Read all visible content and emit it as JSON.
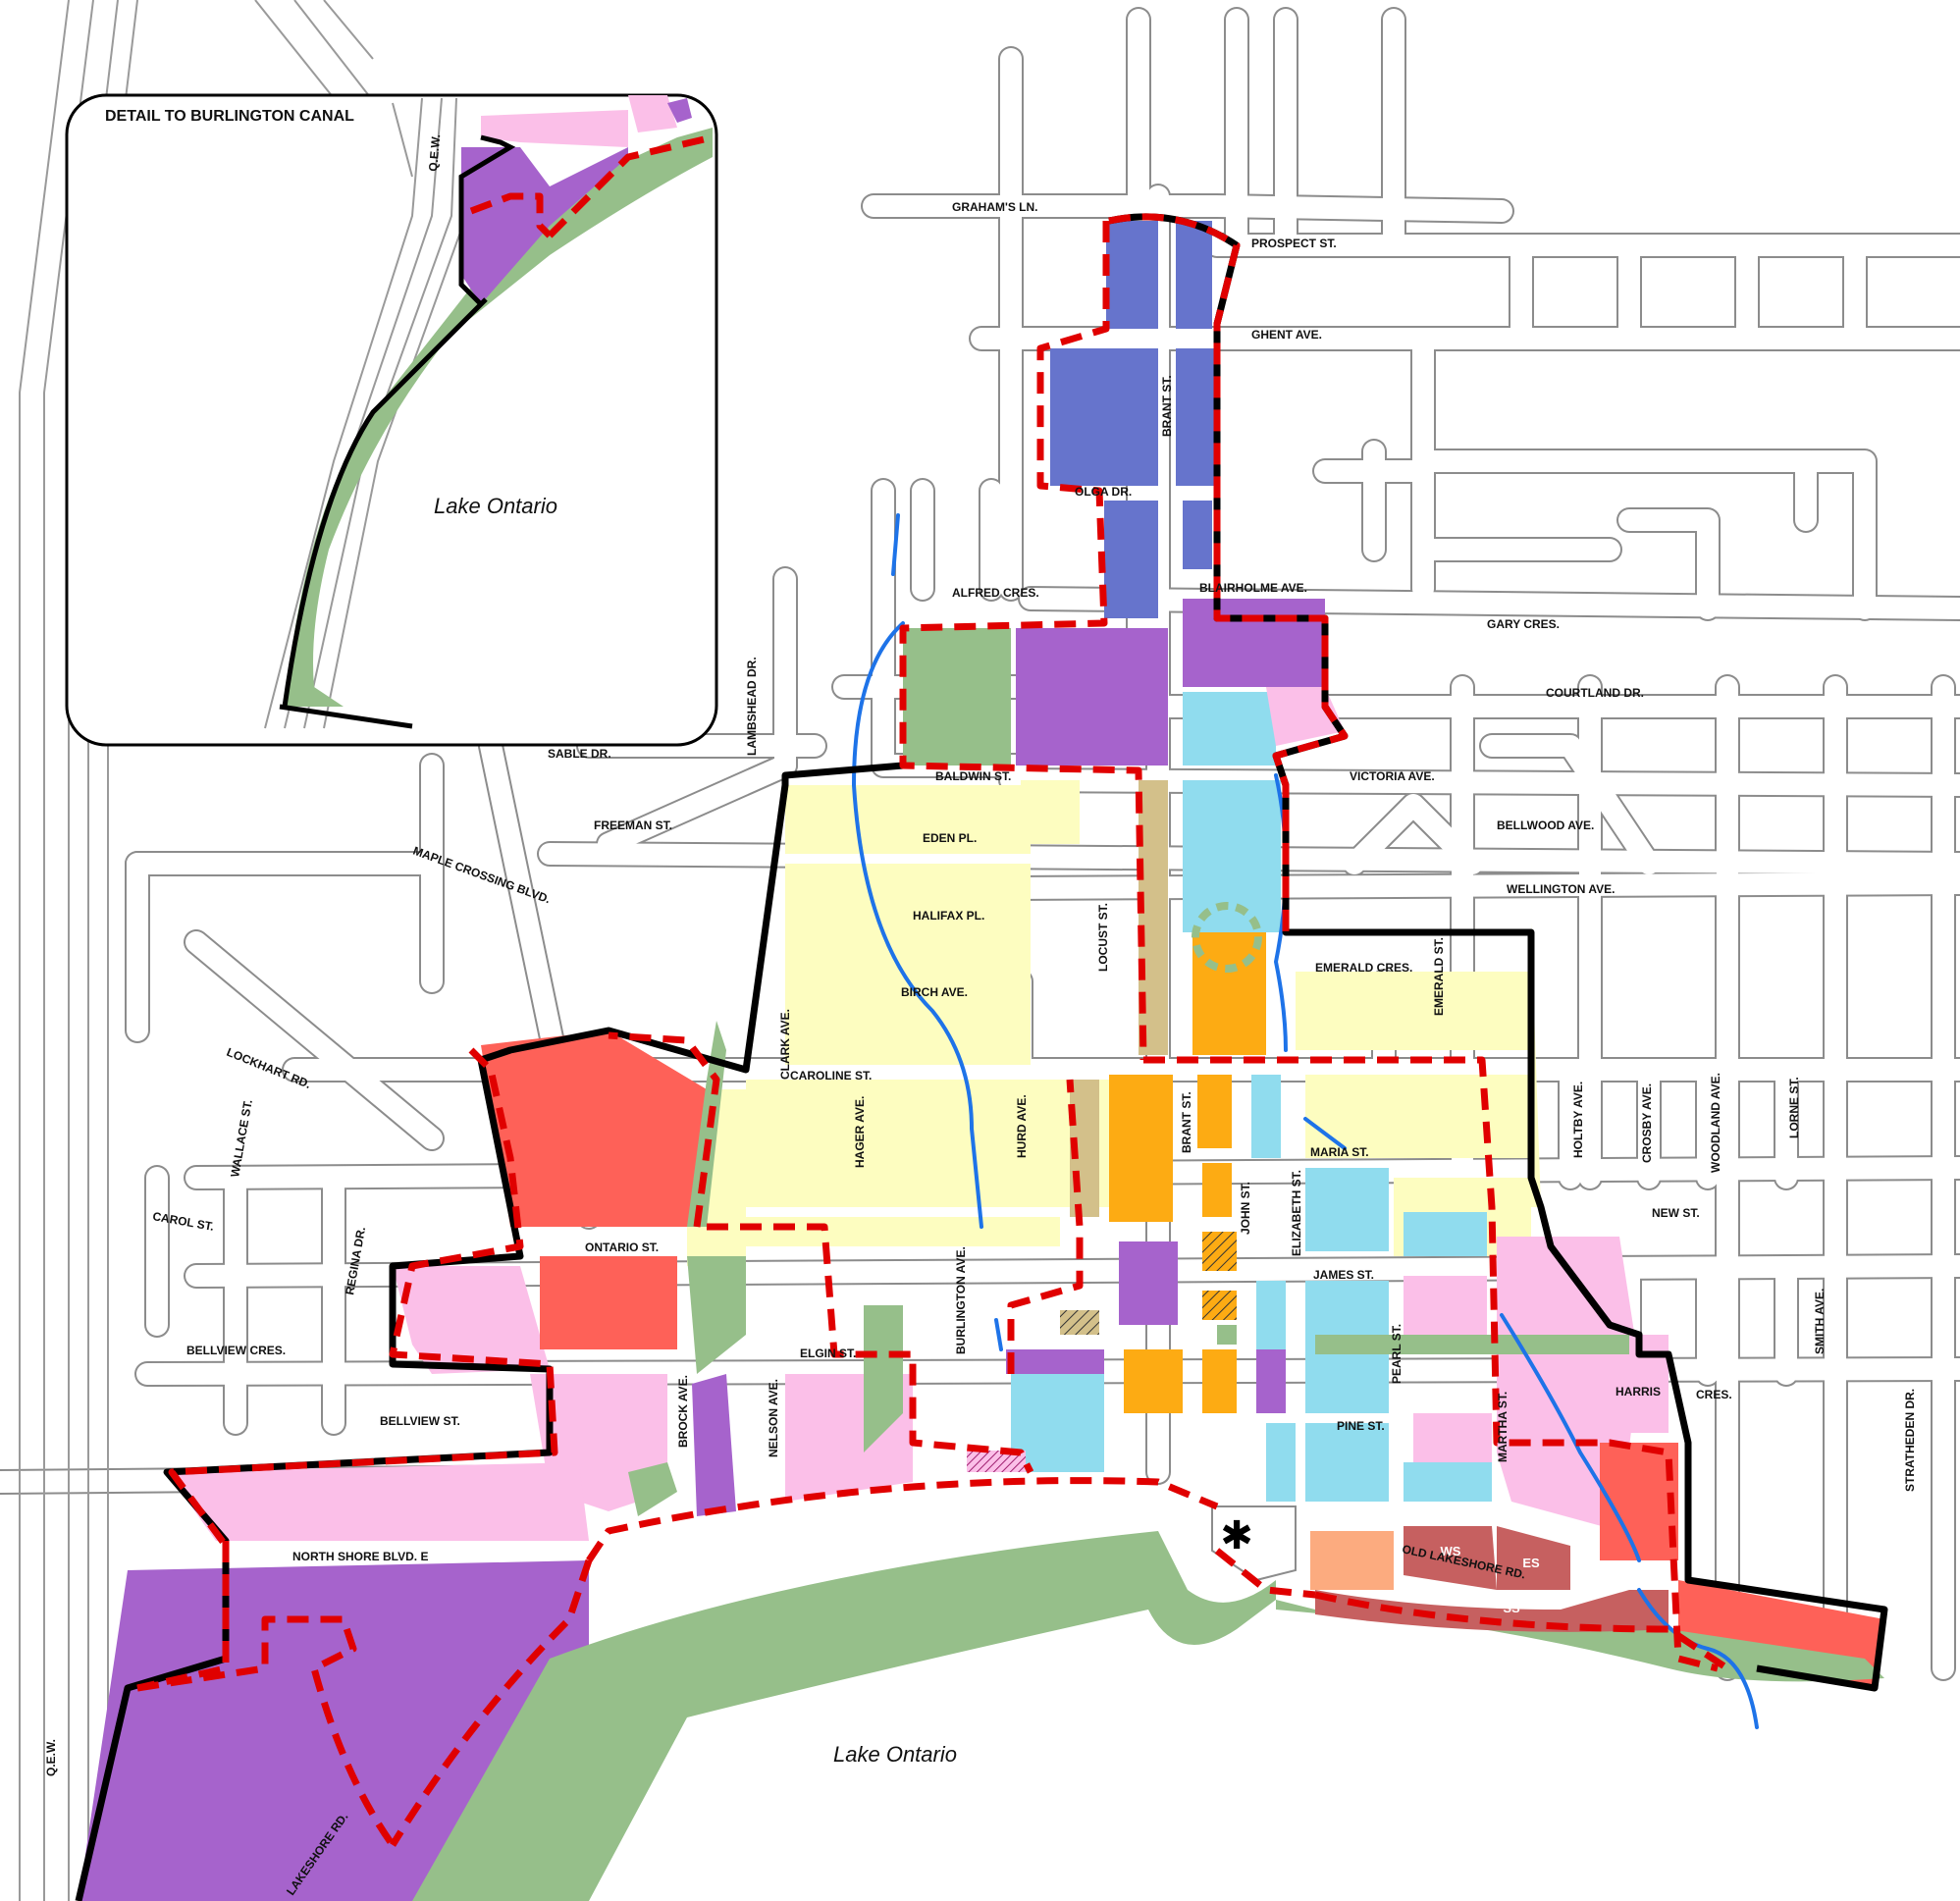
{
  "inset": {
    "title": "DETAIL TO BURLINGTON CANAL",
    "lake_label": "Lake Ontario",
    "highway_label": "Q.E.W."
  },
  "lake_label": "Lake Ontario",
  "highway_label": "Q.E.W.",
  "streets": {
    "grahams_ln": "GRAHAM'S LN.",
    "prospect_st": "PROSPECT ST.",
    "ghent_ave": "GHENT AVE.",
    "brant_st": "BRANT ST.",
    "olga_dr": "OLGA DR.",
    "alfred_cres": "ALFRED CRES.",
    "blairholme_ave": "BLAIRHOLME AVE.",
    "gary_cres": "GARY CRES.",
    "courtland_dr": "COURTLAND DR.",
    "lambshead_dr": "LAMBSHEAD DR.",
    "sable_dr": "SABLE DR.",
    "baldwin_st": "BALDWIN ST.",
    "victoria_ave": "VICTORIA AVE.",
    "freeman_st": "FREEMAN ST.",
    "eden_pl": "EDEN PL.",
    "bellwood_ave": "BELLWOOD AVE.",
    "maple_crossing_blvd": "MAPLE CROSSING BLVD.",
    "halifax_pl": "HALIFAX PL.",
    "locust_st": "LOCUST ST.",
    "wellington_ave": "WELLINGTON AVE.",
    "emerald_cres": "EMERALD CRES.",
    "emerald_st": "EMERALD ST.",
    "birch_ave": "BIRCH AVE.",
    "clark_ave": "CLARK AVE.",
    "caroline_st": "CAROLINE ST.",
    "lockhart_rd": "LOCKHART RD.",
    "hager_ave": "HAGER AVE.",
    "hurd_ave": "HURD AVE.",
    "john_st": "JOHN ST.",
    "elizabeth_st": "ELIZABETH ST.",
    "maria_st": "MARIA ST.",
    "holtby_ave": "HOLTBY AVE.",
    "crosby_ave": "CROSBY AVE.",
    "woodland_ave": "WOODLAND AVE.",
    "lorne_st": "LORNE ST.",
    "wallace_st": "WALLACE ST.",
    "carol_st": "CAROL ST.",
    "regina_dr": "REGINA DR.",
    "ontario_st": "ONTARIO ST.",
    "new_st": "NEW ST.",
    "james_st": "JAMES ST.",
    "smith_ave": "SMITH AVE.",
    "bellview_cres": "BELLVIEW CRES.",
    "elgin_st": "ELGIN ST.",
    "burlington_ave": "BURLINGTON AVE.",
    "pearl_st": "PEARL ST.",
    "harris_cres_a": "HARRIS",
    "harris_cres_b": "CRES.",
    "bellview_st": "BELLVIEW ST.",
    "brock_ave": "BROCK AVE.",
    "nelson_ave": "NELSON AVE.",
    "pine_st": "PINE ST.",
    "martha_st": "MARTHA ST.",
    "stratheden_dr": "STRATHEDEN DR.",
    "north_shore_blvd": "NORTH SHORE BLVD. E",
    "old_lakeshore_rd": "OLD LAKESHORE RD.",
    "lakeshore_rd": "LAKESHORE RD."
  },
  "zone_tags": {
    "ws": "WS",
    "es": "ES",
    "ss": "SS"
  },
  "colors": {
    "yellow": "#fdfdc0",
    "orange": "#fdab13",
    "tan": "#d3c08a",
    "light_blue": "#90dcee",
    "pink": "#fbbfe8",
    "red": "#fe6158",
    "purple": "#a663cc",
    "blue_purple": "#6674cc",
    "green": "#96bf8a",
    "dark_red": "#c66060",
    "salmon": "#fcab7f",
    "creek": "#1e73e8",
    "boundary_red": "#e00000",
    "boundary_black": "#000000"
  }
}
